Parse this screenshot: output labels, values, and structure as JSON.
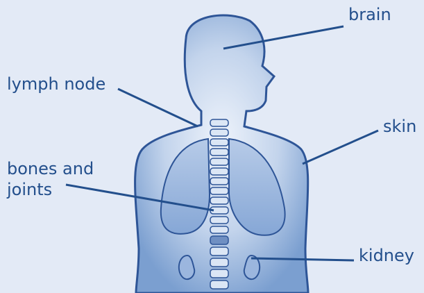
{
  "diagram": {
    "labels": {
      "brain": "brain",
      "lymph_node": "lymph node",
      "skin": "skin",
      "bones_and_joints_line1": "bones and",
      "bones_and_joints_line2": "joints",
      "kidney": "kidney"
    },
    "colors": {
      "background": "#e3eaf6",
      "body_fill": "#7b9fd0",
      "body_outline": "#2e5597",
      "organ_fill": "#9bb6de",
      "leader_line": "#234f8c",
      "label_text": "#234f8c"
    }
  }
}
